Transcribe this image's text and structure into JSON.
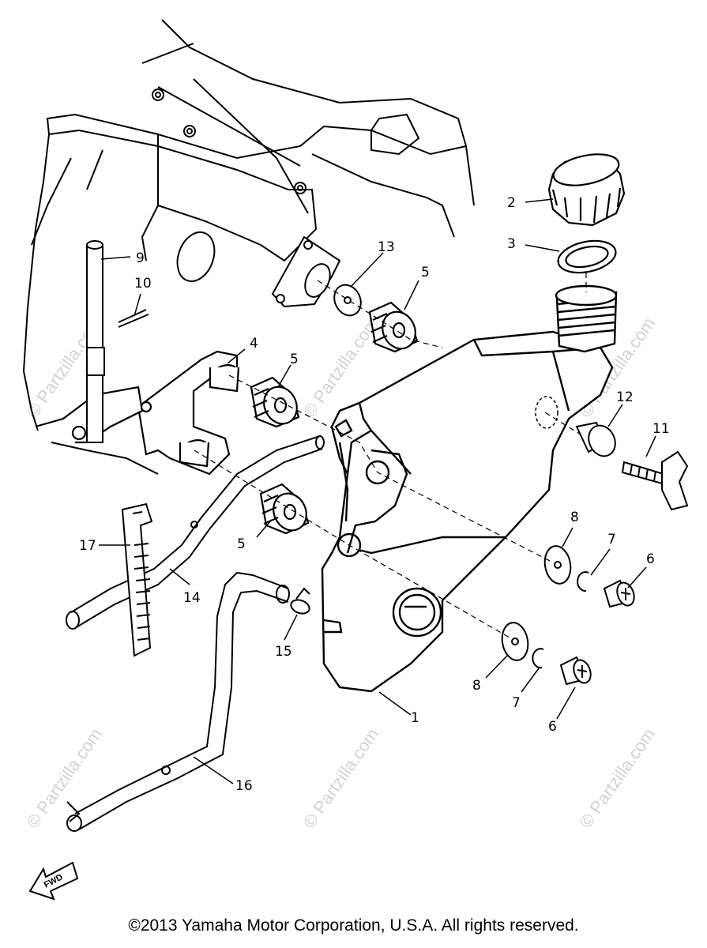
{
  "watermark": "© Partzilla.com",
  "copyright": "©2013 Yamaha Motor Corporation, U.S.A. All rights reserved.",
  "fwd_label": "FWD",
  "callouts": {
    "c1": "1",
    "c2": "2",
    "c3": "3",
    "c4": "4",
    "c5a": "5",
    "c5b": "5",
    "c5c": "5",
    "c6a": "6",
    "c6b": "6",
    "c7a": "7",
    "c7b": "7",
    "c8a": "8",
    "c8b": "8",
    "c9": "9",
    "c10": "10",
    "c11": "11",
    "c12": "12",
    "c13": "13",
    "c14": "14",
    "c15": "15",
    "c16": "16",
    "c17": "17"
  }
}
